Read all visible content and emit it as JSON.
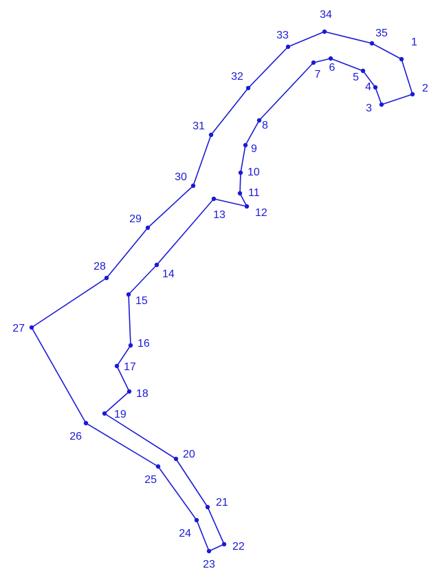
{
  "diagram": {
    "line_color": "#1a1ad6",
    "point_color": "#1a1ad6",
    "label_color": "#1a1ad6",
    "points": [
      {
        "id": "1",
        "label": "1"
      },
      {
        "id": "2",
        "label": "2"
      },
      {
        "id": "3",
        "label": "3"
      },
      {
        "id": "4",
        "label": "4"
      },
      {
        "id": "5",
        "label": "5"
      },
      {
        "id": "6",
        "label": "6"
      },
      {
        "id": "7",
        "label": "7"
      },
      {
        "id": "8",
        "label": "8"
      },
      {
        "id": "9",
        "label": "9"
      },
      {
        "id": "10",
        "label": "10"
      },
      {
        "id": "11",
        "label": "11"
      },
      {
        "id": "12",
        "label": "12"
      },
      {
        "id": "13",
        "label": "13"
      },
      {
        "id": "14",
        "label": "14"
      },
      {
        "id": "15",
        "label": "15"
      },
      {
        "id": "16",
        "label": "16"
      },
      {
        "id": "17",
        "label": "17"
      },
      {
        "id": "18",
        "label": "18"
      },
      {
        "id": "19",
        "label": "19"
      },
      {
        "id": "20",
        "label": "20"
      },
      {
        "id": "21",
        "label": "21"
      },
      {
        "id": "22",
        "label": "22"
      },
      {
        "id": "23",
        "label": "23"
      },
      {
        "id": "24",
        "label": "24"
      },
      {
        "id": "25",
        "label": "25"
      },
      {
        "id": "26",
        "label": "26"
      },
      {
        "id": "27",
        "label": "27"
      },
      {
        "id": "28",
        "label": "28"
      },
      {
        "id": "29",
        "label": "29"
      },
      {
        "id": "30",
        "label": "30"
      },
      {
        "id": "31",
        "label": "31"
      },
      {
        "id": "32",
        "label": "32"
      },
      {
        "id": "33",
        "label": "33"
      },
      {
        "id": "34",
        "label": "34"
      },
      {
        "id": "35",
        "label": "35"
      }
    ],
    "closed": true
  }
}
